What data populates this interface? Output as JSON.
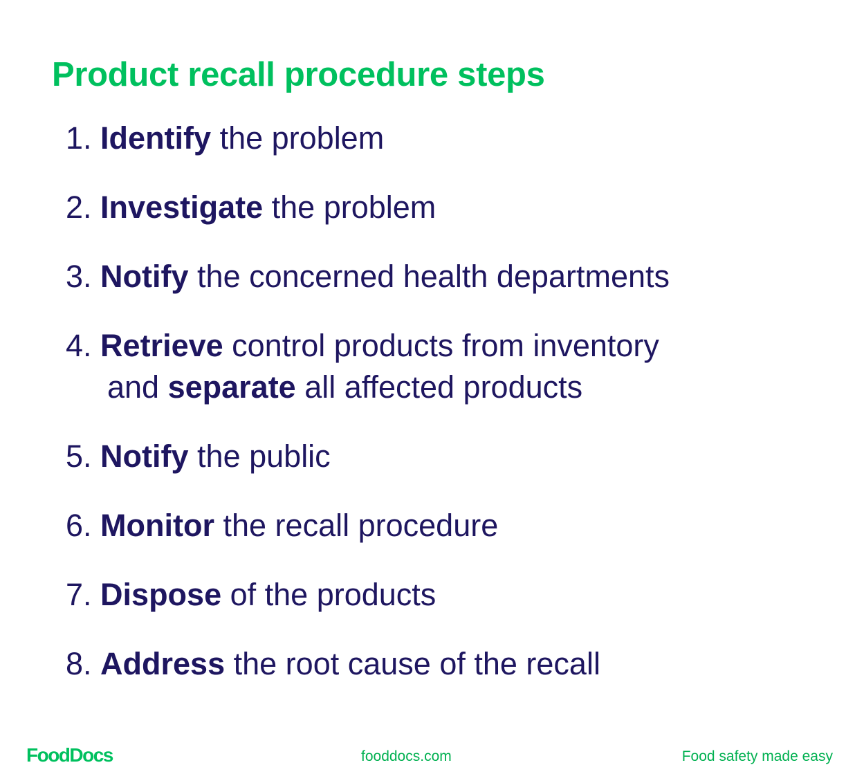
{
  "title": "Product recall procedure steps",
  "steps": [
    {
      "num": "1.",
      "bold": "Identify",
      "rest": " the problem"
    },
    {
      "num": "2.",
      "bold": "Investigate",
      "rest": " the problem"
    },
    {
      "num": "3.",
      "bold": "Notify",
      "rest": " the concerned health departments"
    },
    {
      "num": "4.",
      "bold": "Retrieve",
      "rest": " control products from inventory",
      "line2_pre": "and ",
      "line2_bold": "separate",
      "line2_rest": " all affected products"
    },
    {
      "num": "5.",
      "bold": "Notify",
      "rest": " the public"
    },
    {
      "num": "6.",
      "bold": "Monitor",
      "rest": " the recall procedure"
    },
    {
      "num": "7.",
      "bold": "Dispose",
      "rest": " of the products"
    },
    {
      "num": "8.",
      "bold": "Address",
      "rest": " the root cause of the recall"
    }
  ],
  "footer": {
    "logo": "FoodDocs",
    "website": "fooddocs.com",
    "tagline": "Food safety made easy"
  },
  "colors": {
    "accent": "#00c05e",
    "text": "#1e1660"
  }
}
